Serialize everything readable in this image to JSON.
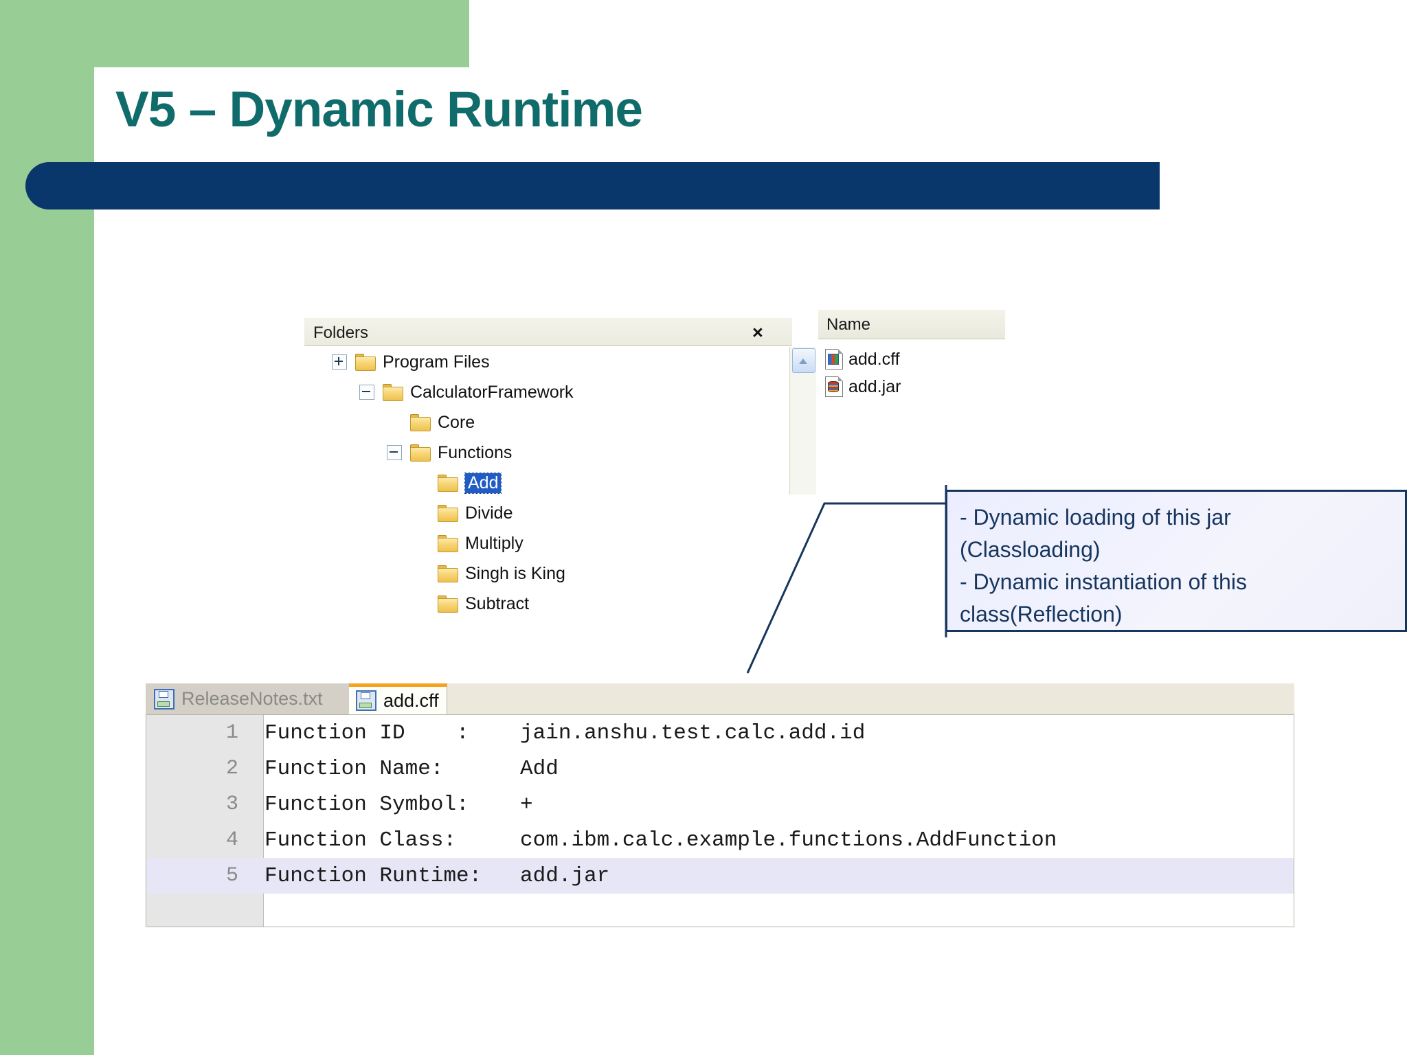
{
  "slide": {
    "title": "V5 – Dynamic Runtime",
    "accent_green": "#98cd96",
    "accent_navy": "#09376b",
    "accent_teal": "#106b6b"
  },
  "explorer": {
    "folders_pane_title": "Folders",
    "close_label": "×",
    "tree": [
      {
        "label": "Program Files",
        "indent": 0,
        "expander": "plus",
        "selected": false
      },
      {
        "label": "CalculatorFramework",
        "indent": 1,
        "expander": "minus",
        "selected": false
      },
      {
        "label": "Core",
        "indent": 2,
        "expander": "none",
        "selected": false
      },
      {
        "label": "Functions",
        "indent": 2,
        "expander": "minus",
        "selected": false
      },
      {
        "label": "Add",
        "indent": 3,
        "expander": "none",
        "selected": true
      },
      {
        "label": "Divide",
        "indent": 3,
        "expander": "none",
        "selected": false
      },
      {
        "label": "Multiply",
        "indent": 3,
        "expander": "none",
        "selected": false
      },
      {
        "label": "Singh is King",
        "indent": 3,
        "expander": "none",
        "selected": false
      },
      {
        "label": "Subtract",
        "indent": 3,
        "expander": "none",
        "selected": false
      }
    ],
    "name_pane_title": "Name",
    "files": [
      {
        "name": "add.cff",
        "icon": "cff-file-icon"
      },
      {
        "name": "add.jar",
        "icon": "jar-file-icon"
      }
    ]
  },
  "callout": {
    "lines": [
      "- Dynamic loading of this jar",
      "(Classloading)",
      "- Dynamic instantiation of this",
      "class(Reflection)"
    ],
    "border_color": "#17365d",
    "text_color": "#17365d"
  },
  "editor": {
    "tabs": [
      {
        "label": "ReleaseNotes.txt",
        "active": false
      },
      {
        "label": "add.cff",
        "active": true
      }
    ],
    "lines": [
      {
        "no": "1",
        "text": "Function ID    :    jain.anshu.test.calc.add.id",
        "highlighted": false
      },
      {
        "no": "2",
        "text": "Function Name:      Add",
        "highlighted": false
      },
      {
        "no": "3",
        "text": "Function Symbol:    +",
        "highlighted": false
      },
      {
        "no": "4",
        "text": "Function Class:     com.ibm.calc.example.functions.AddFunction",
        "highlighted": false
      },
      {
        "no": "5",
        "text": "Function Runtime:   add.jar",
        "highlighted": true
      }
    ]
  }
}
